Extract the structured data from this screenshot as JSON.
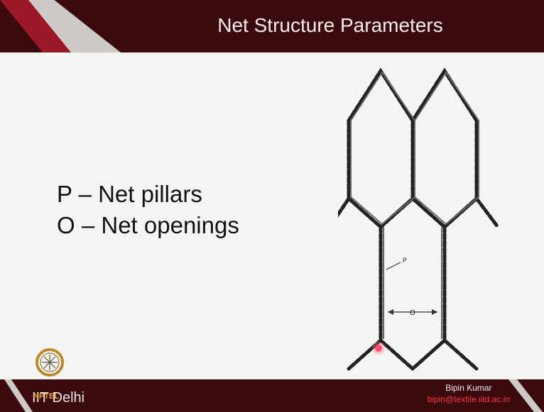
{
  "slide": {
    "title": "Net Structure Parameters",
    "bullets": [
      "P – Net pillars",
      "O – Net openings"
    ]
  },
  "figure": {
    "label_p": "P",
    "label_o": "O"
  },
  "footer": {
    "institute": "IIT Delhi",
    "nptel_mark": "NPTEL",
    "author_name": "Bipin Kumar",
    "author_email": "bipin@textile.iitd.ac.in"
  },
  "icons": [
    "nptel-logo-icon",
    "cursor-pointer-icon"
  ],
  "colors": {
    "title_bar": "#3b0a0e",
    "accent_red": "#9c1826",
    "background": "#f4f4f2"
  }
}
